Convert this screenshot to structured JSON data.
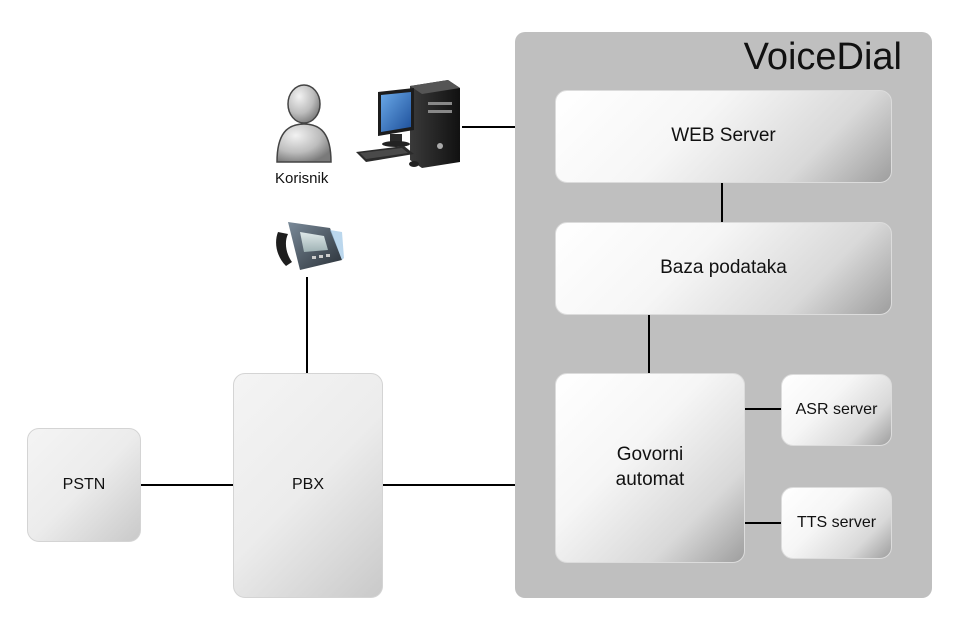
{
  "group": {
    "title": "VoiceDial"
  },
  "nodes": {
    "web_server": "WEB Server",
    "database": "Baza podataka",
    "voice_automat": "Govorni\nautomat",
    "asr_server": "ASR server",
    "tts_server": "TTS server",
    "pbx": "PBX",
    "pstn": "PSTN"
  },
  "user": {
    "label": "Korisnik"
  },
  "icons": [
    "user-icon",
    "desktop-computer-icon",
    "ip-phone-icon"
  ]
}
